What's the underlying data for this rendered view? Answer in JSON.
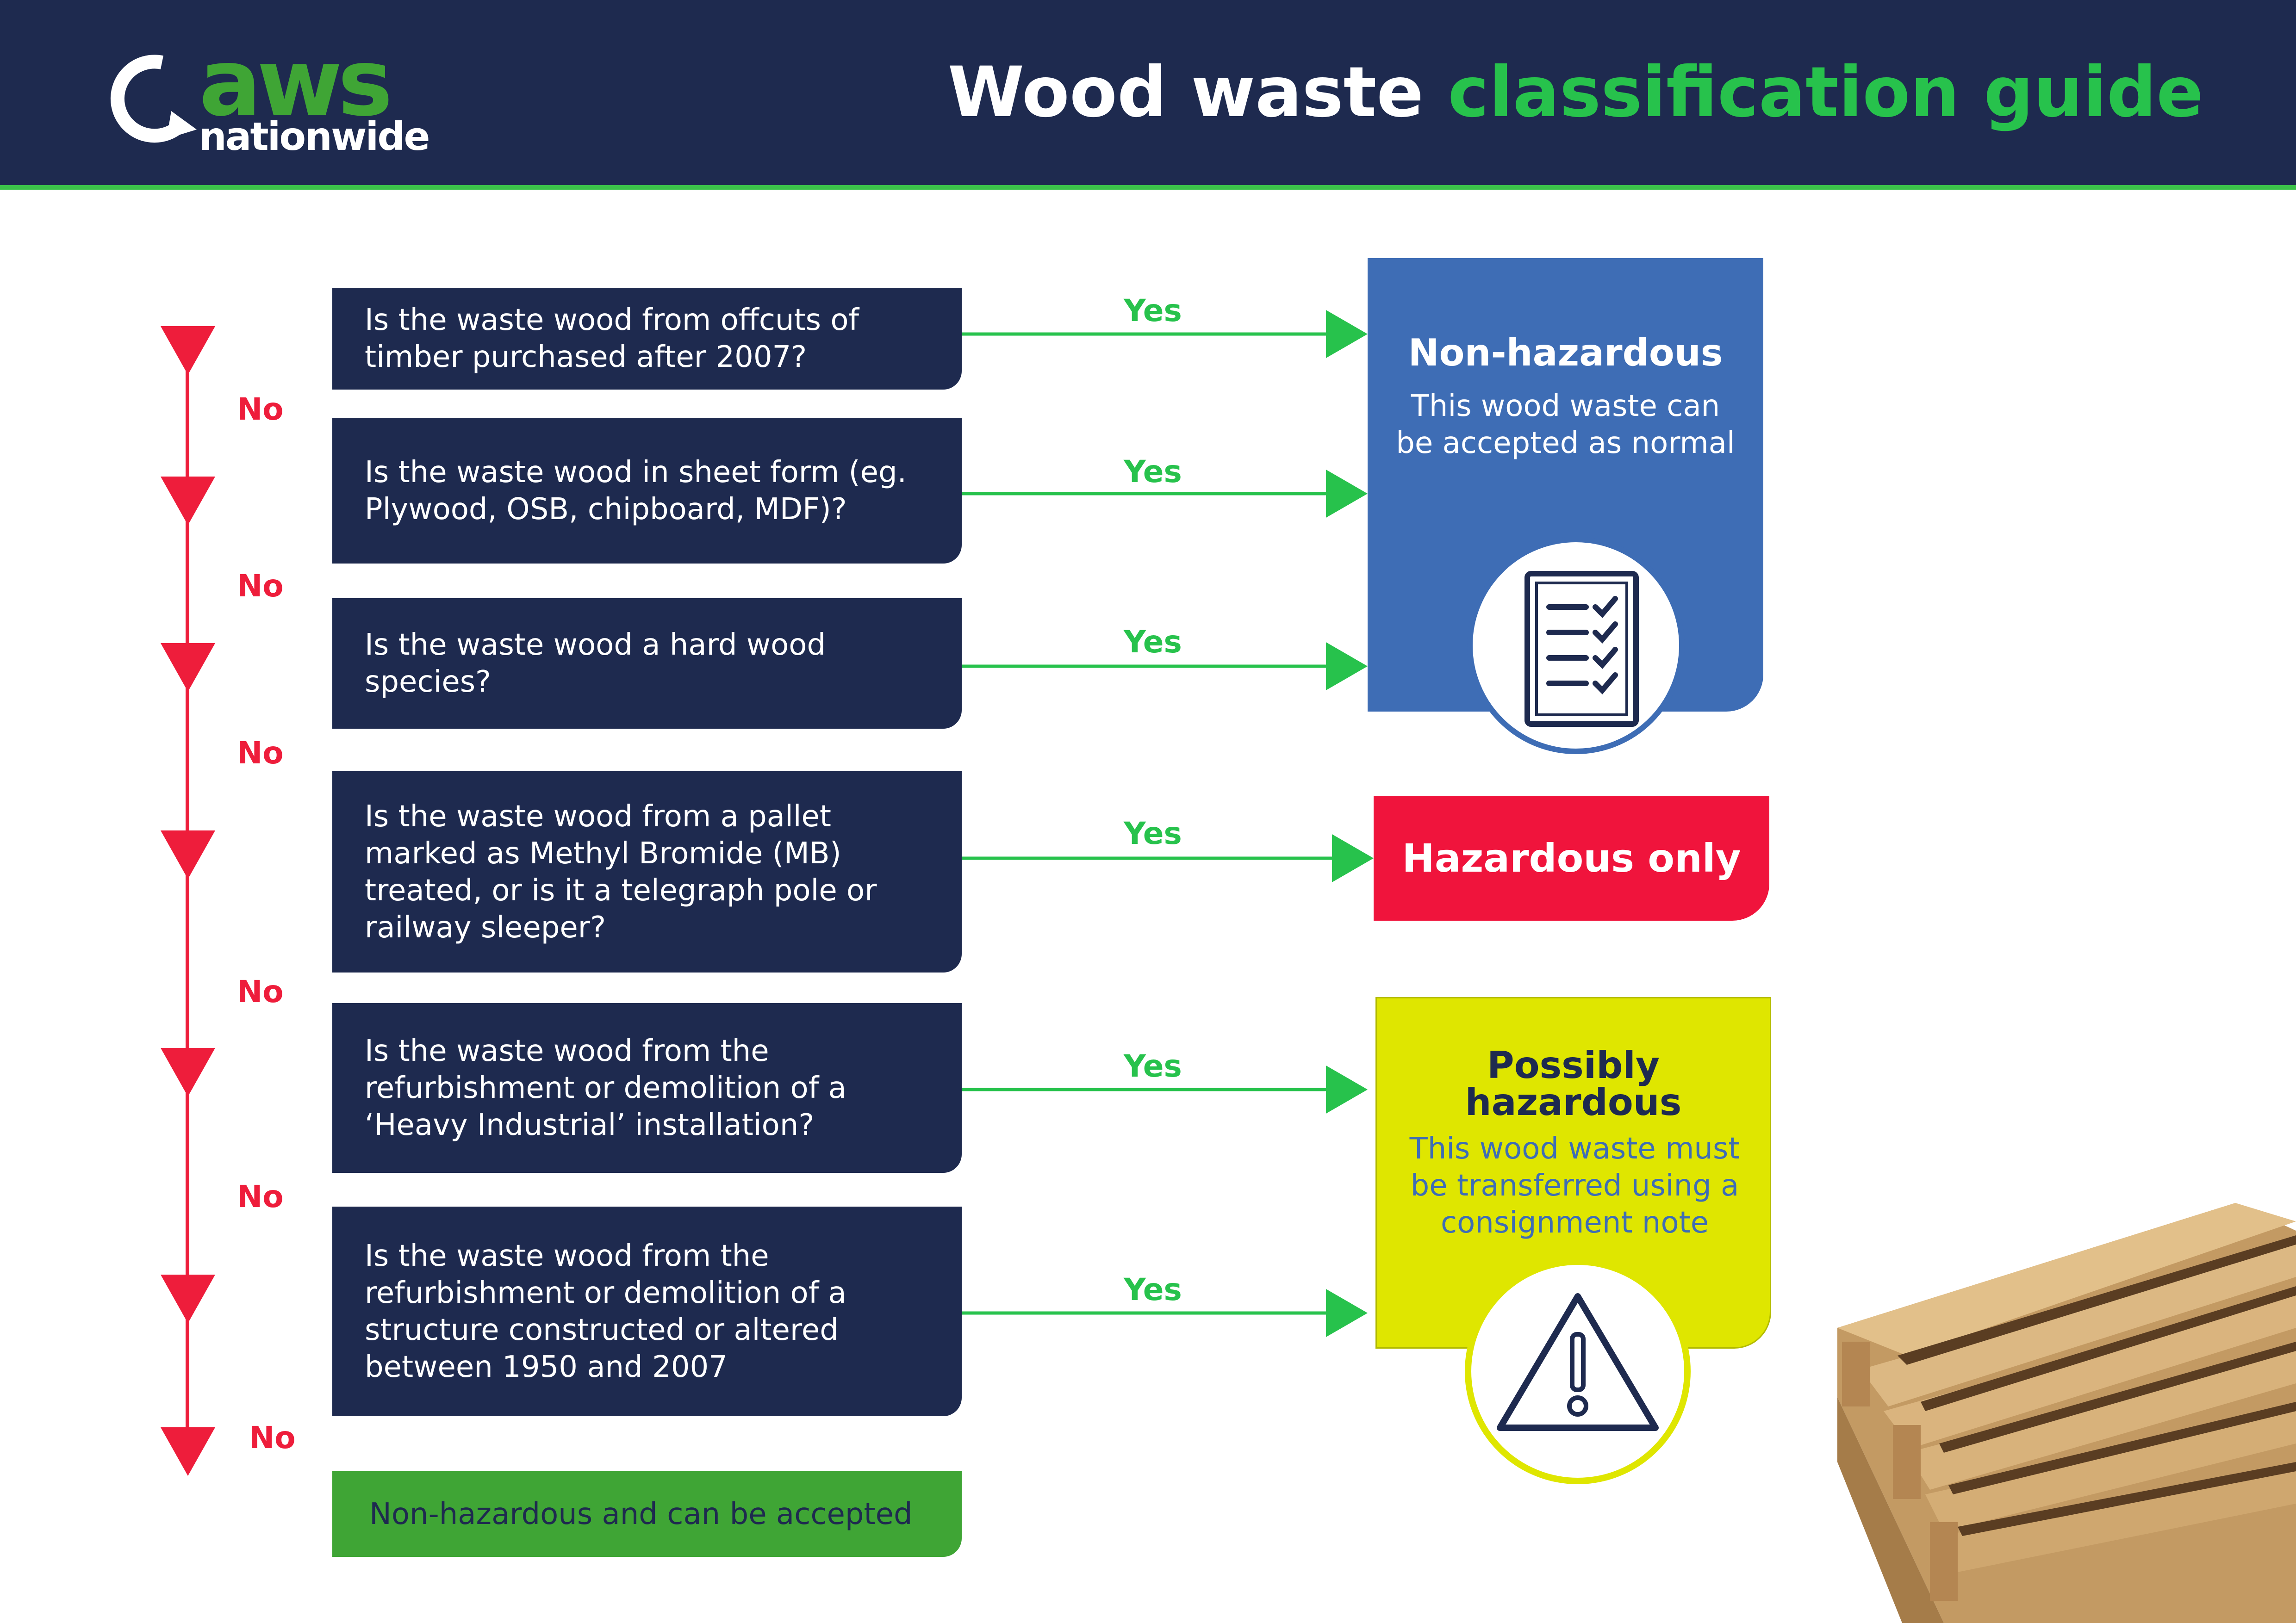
{
  "header": {
    "logo_brand": "aws",
    "logo_sub": "nationwide",
    "title_part1": "Wood waste ",
    "title_part2": "classification guide"
  },
  "questions": [
    {
      "text": "Is the waste wood from offcuts of timber purchased after 2007?"
    },
    {
      "text": "Is the waste wood in sheet form (eg. Plywood, OSB, chipboard, MDF)?"
    },
    {
      "text": "Is the waste wood a hard wood species?"
    },
    {
      "text": "Is the waste wood from a pallet marked as Methyl Bromide (MB) treated, or is it a telegraph pole or railway sleeper?"
    },
    {
      "text": "Is the waste wood from the refurbishment or demolition of a ‘Heavy Industrial’ installation?"
    },
    {
      "text": "Is the waste wood from the refurbishment or demolition of a structure constructed or altered between 1950 and 2007"
    }
  ],
  "labels": {
    "yes": "Yes",
    "no": "No"
  },
  "final_outcome": "Non-hazardous and can be accepted",
  "outcomes": {
    "non_hazardous": {
      "title": "Non-hazardous",
      "subtitle": "This wood waste can be accepted as normal"
    },
    "hazardous": {
      "title": "Hazardous only"
    },
    "possibly_hazardous": {
      "title": "Possibly hazardous",
      "subtitle": "This wood waste must be transferred using a consignment note"
    }
  },
  "icons": {
    "non_hazardous": "checklist-icon",
    "possibly_hazardous": "warning-icon",
    "illustration": "wooden-pallet"
  },
  "colors": {
    "navy": "#1e2a4f",
    "green": "#27c24c",
    "red": "#ee1d3b",
    "blue": "#3e6db5",
    "yellow": "#dfe600"
  }
}
